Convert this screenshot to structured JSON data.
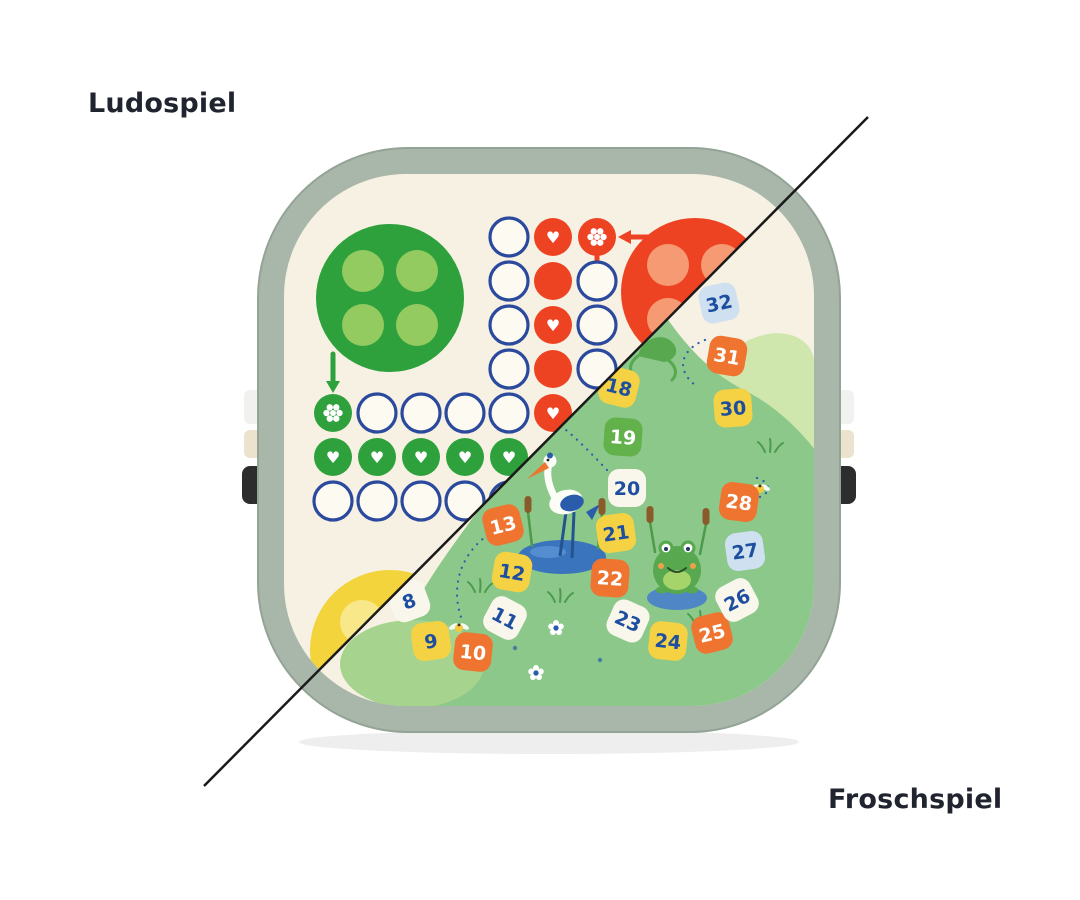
{
  "labels": {
    "ludo_side": "Ludospiel",
    "frog_side": "Froschspiel"
  },
  "palette": {
    "ink": "#20242e",
    "divider": "#1a1a1a",
    "frame": "#a9b7ab",
    "frame_edge": "#93a395",
    "surface": "#f6f1e2",
    "grass": "#8bc88a",
    "hill": "#cfe6ad",
    "hill_small": "#a6d48e",
    "ludo_green": "#2ea13c",
    "ludo_green_light": "#93cb60",
    "ludo_red": "#ee4323",
    "ludo_red_light": "#f59a73",
    "ludo_yellow": "#f3d43c",
    "ludo_yellow_light": "#f8e88a",
    "outline_blue": "#2b4a9e",
    "circle_fill": "#fcfaf1",
    "pond": "#3a74bd",
    "pond_light": "#5b93d4",
    "stork_blue": "#2b5cab",
    "stork_white": "#fdfdf8",
    "beak_orange": "#ef7430",
    "frog_green": "#57a84e",
    "frog_belly": "#a5d46a",
    "stone_blue": "#4f86c6",
    "clip_white": "#f1f1ef",
    "clip_cream": "#ebe3cd",
    "clip_black": "#2d2d2d",
    "dot_blue": "#2c5eae",
    "tuft_green": "#4c9a4c",
    "cattail_brown": "#8a5a2b"
  },
  "board": {
    "clips_left": [
      "white",
      "cream",
      "black"
    ],
    "clips_right": [
      "white",
      "cream",
      "black"
    ]
  },
  "ludo_game": {
    "heart_symbol": "♥"
  },
  "frog_game": {
    "tile_colors": {
      "white": {
        "fill": "#f9f6ec",
        "text": "#1d4e9f"
      },
      "yellow": {
        "fill": "#f5d243",
        "text": "#1d4e9f"
      },
      "orange": {
        "fill": "#ef7430",
        "text": "#ffffff"
      },
      "green": {
        "fill": "#63b14b",
        "text": "#ffffff"
      },
      "lightblue": {
        "fill": "#cfe1f0",
        "text": "#1d4e9f"
      }
    },
    "tiles": [
      {
        "label": "8",
        "color": "white"
      },
      {
        "label": "9",
        "color": "yellow"
      },
      {
        "label": "10",
        "color": "orange"
      },
      {
        "label": "11",
        "color": "white"
      },
      {
        "label": "12",
        "color": "yellow"
      },
      {
        "label": "13",
        "color": "orange"
      },
      {
        "label": "18",
        "color": "yellow"
      },
      {
        "label": "19",
        "color": "green"
      },
      {
        "label": "20",
        "color": "white"
      },
      {
        "label": "21",
        "color": "yellow"
      },
      {
        "label": "22",
        "color": "orange"
      },
      {
        "label": "23",
        "color": "white"
      },
      {
        "label": "24",
        "color": "yellow"
      },
      {
        "label": "25",
        "color": "orange"
      },
      {
        "label": "26",
        "color": "white"
      },
      {
        "label": "27",
        "color": "lightblue"
      },
      {
        "label": "28",
        "color": "orange"
      },
      {
        "label": "30",
        "color": "yellow"
      },
      {
        "label": "31",
        "color": "orange"
      },
      {
        "label": "32",
        "color": "lightblue"
      }
    ]
  }
}
